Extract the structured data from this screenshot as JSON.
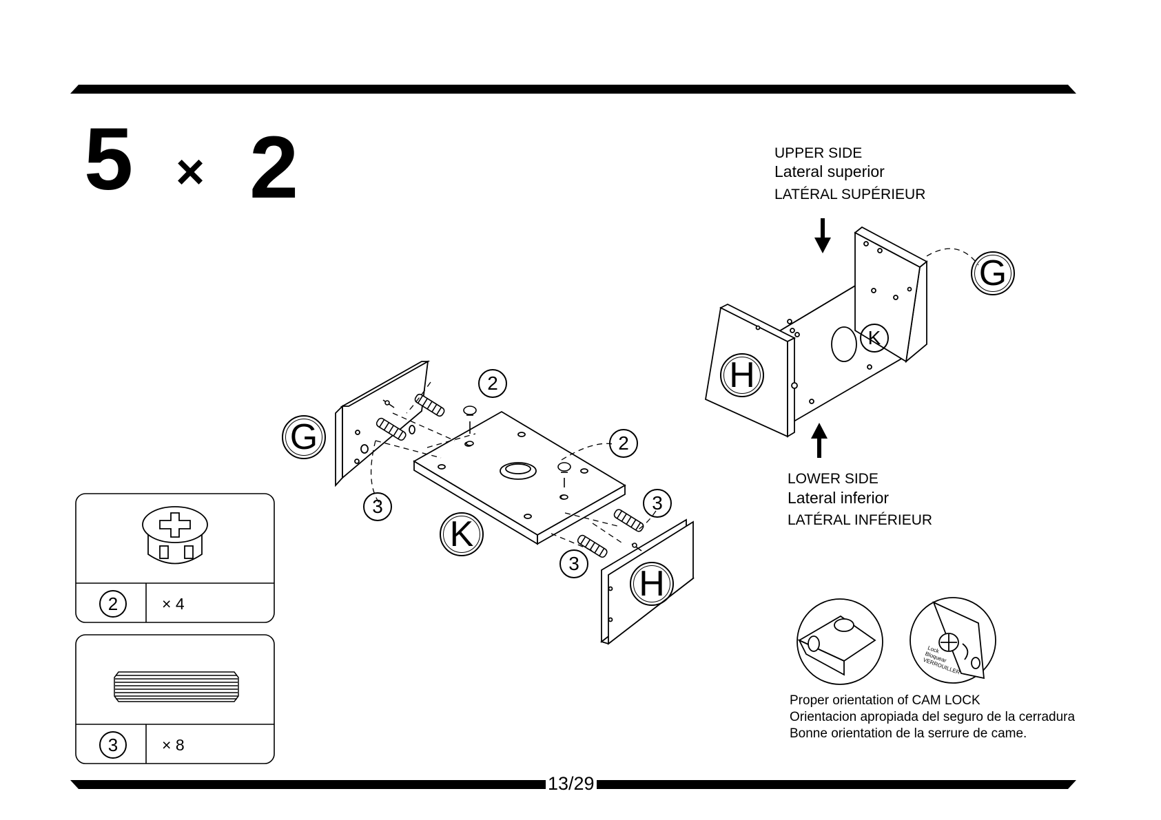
{
  "step": {
    "number": "5",
    "times": "×",
    "count": "2"
  },
  "upper_side": {
    "en": "UPPER SIDE",
    "es": "Lateral superior",
    "fr": "LATÉRAL SUPÉRIEUR"
  },
  "lower_side": {
    "en": "LOWER SIDE",
    "es": "Lateral inferior",
    "fr": "LATÉRAL INFÉRIEUR"
  },
  "cam_lock_note": {
    "en": "Proper orientation of CAM LOCK",
    "es": "Orientacion apropiada del seguro de la cerradura",
    "fr": "Bonne orientation de la serrure de came."
  },
  "lock_labels": {
    "en": "Lock",
    "es": "Bloquear",
    "fr": "VERROUILLER"
  },
  "parts": [
    {
      "id": "2",
      "qty": "× 4",
      "icon": "cam-lock-icon"
    },
    {
      "id": "3",
      "qty": "× 8",
      "icon": "wood-dowel-icon"
    }
  ],
  "callouts": {
    "panel_g": "G",
    "panel_h": "H",
    "panel_k": "K",
    "cam_lock": "2",
    "dowel": "3"
  },
  "page": "13/29"
}
